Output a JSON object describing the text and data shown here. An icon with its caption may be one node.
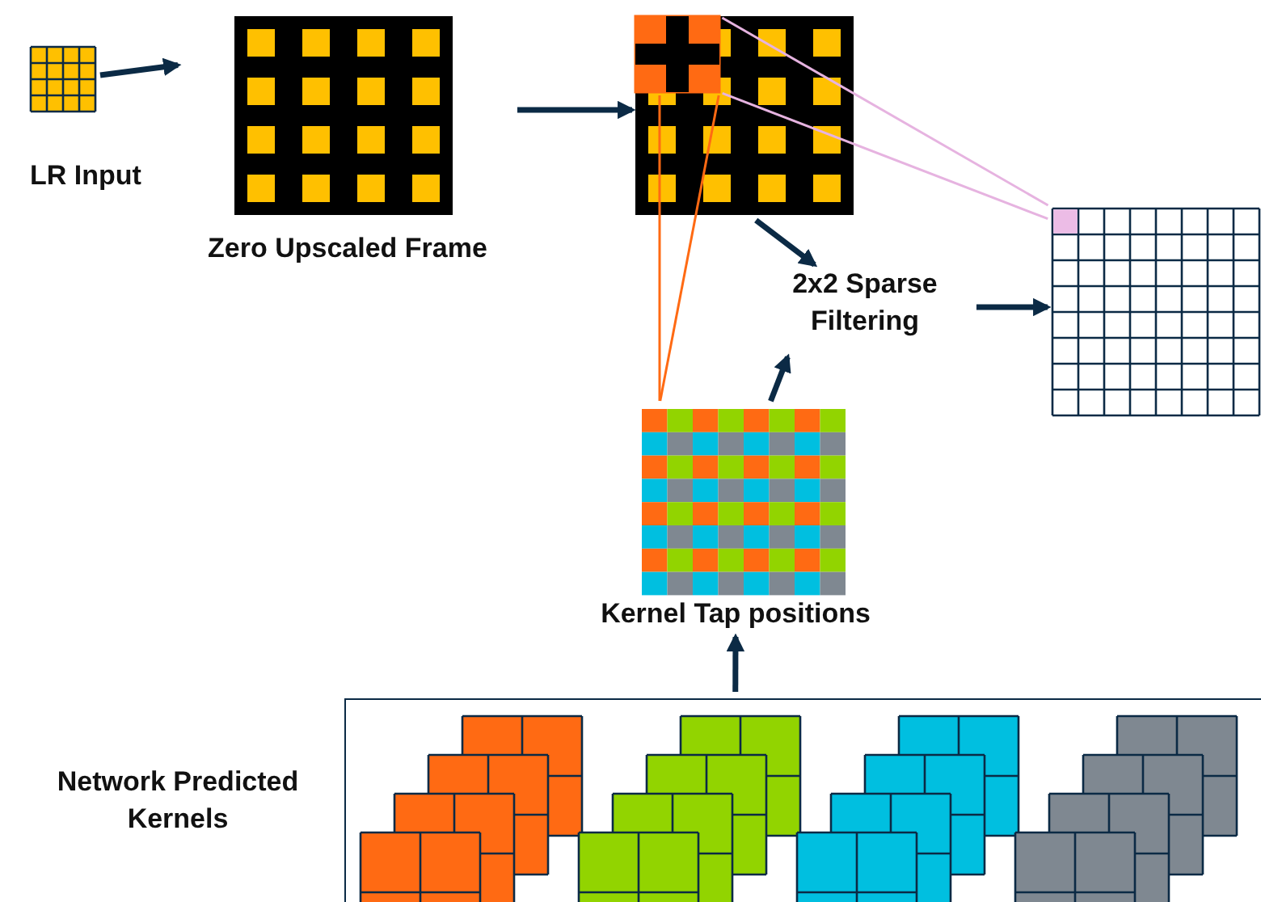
{
  "diagram": {
    "nodes": [
      {
        "text": [
          "LR Input"
        ]
      },
      {
        "text": [
          "Zero Upscaled Frame"
        ]
      },
      {
        "text": [],
        "shape": "picture"
      },
      {
        "text": [],
        "shape": "picture"
      },
      {
        "text": [
          "2x2 Sparse Filtering"
        ]
      },
      {
        "text": [
          "Kernel Tap positions"
        ]
      },
      {
        "text": [
          "Network Predicted Kernels"
        ]
      }
    ],
    "edges": [
      {
        "from": 0,
        "to": 1,
        "arrow": "to"
      },
      {
        "from": 1,
        "to": 2,
        "arrow": "to"
      },
      {
        "from": 2,
        "to": 4,
        "arrow": "to"
      },
      {
        "from": 5,
        "to": 4,
        "arrow": "to"
      },
      {
        "from": 4,
        "to": 3,
        "arrow": "to"
      },
      {
        "from": 6,
        "to": 5,
        "arrow": "to"
      },
      {
        "from": 2,
        "to": 5,
        "arrow": "none",
        "color": "#ff6a13"
      },
      {
        "from": 2,
        "to": 5,
        "arrow": "none",
        "color": "#ff6a13"
      },
      {
        "from": 2,
        "to": 3,
        "arrow": "none",
        "color": "#e6b3e0"
      },
      {
        "from": 2,
        "to": 3,
        "arrow": "none",
        "color": "#e6b3e0"
      }
    ]
  }
}
